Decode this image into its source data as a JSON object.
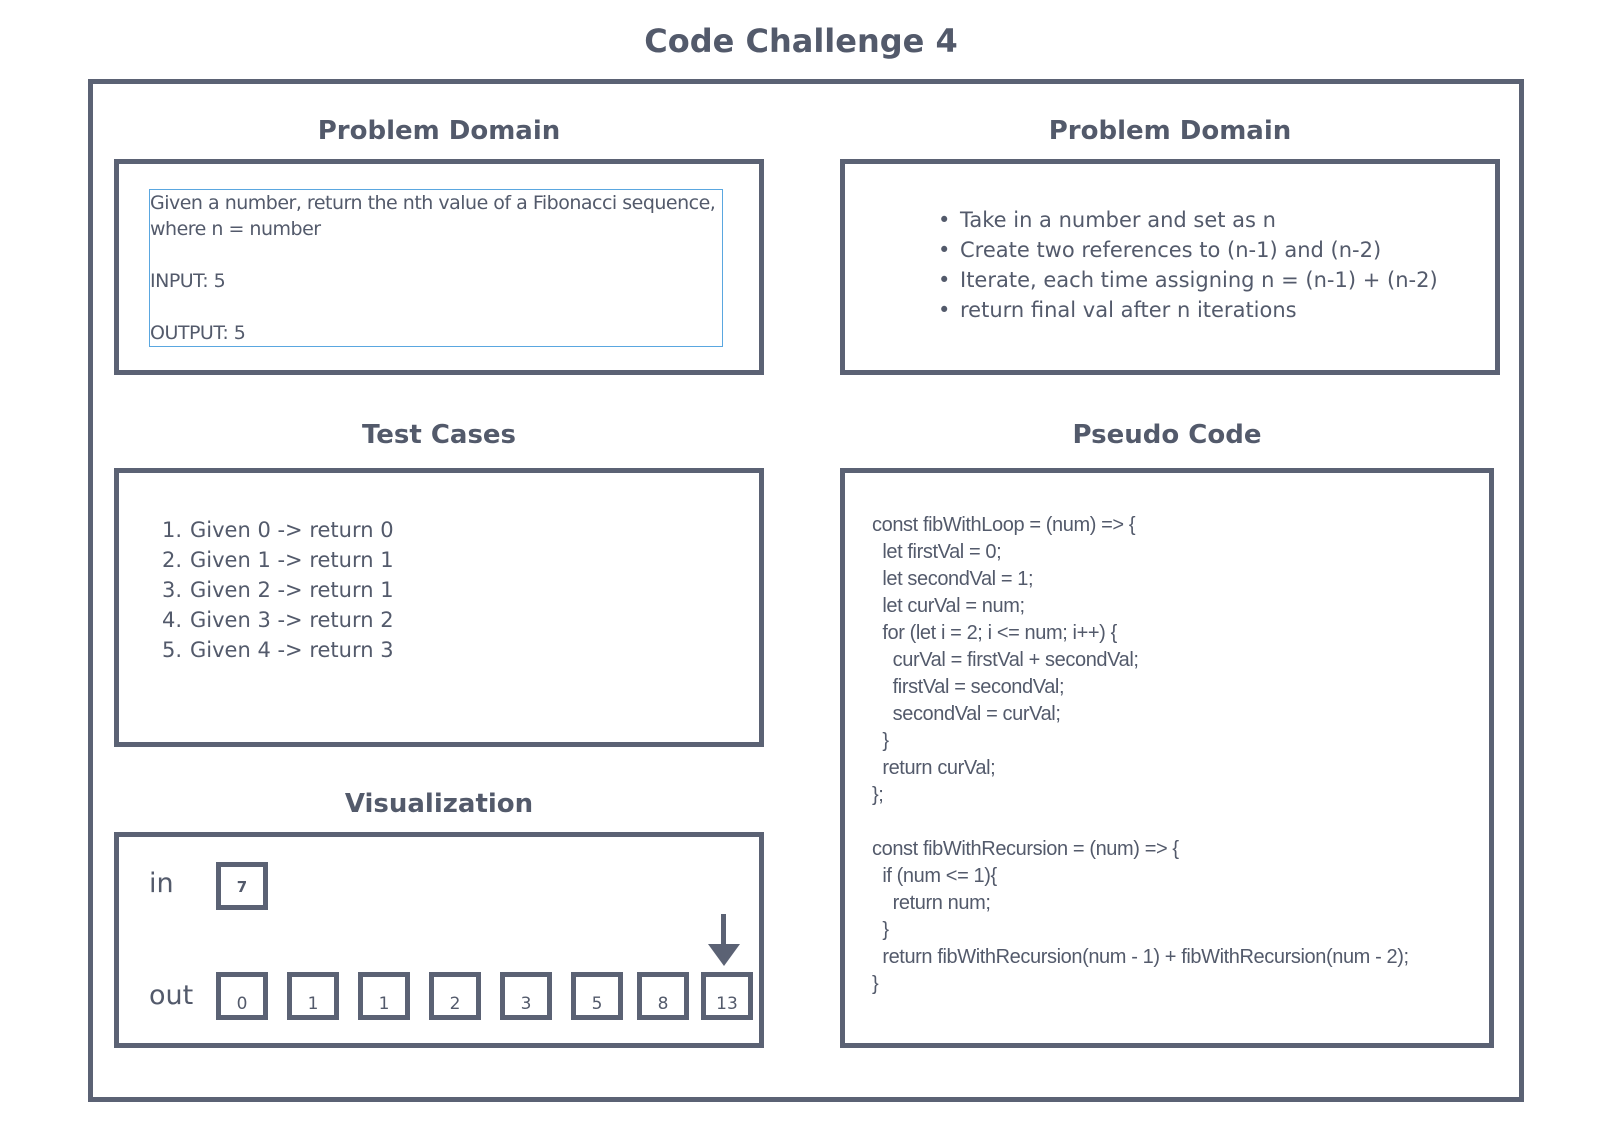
{
  "title": "Code Challenge 4",
  "problem_domain_left": {
    "heading": "Problem Domain",
    "description": "Given a number, return the nth value of a Fibonacci sequence, where n = number",
    "input": "INPUT: 5",
    "output": "OUTPUT: 5"
  },
  "problem_domain_right": {
    "heading": "Problem Domain",
    "bullets": [
      "Take in a number and set as n",
      "Create two references to (n-1) and (n-2)",
      "Iterate, each time assigning n = (n-1) + (n-2)",
      "return final val after n iterations"
    ]
  },
  "test_cases": {
    "heading": "Test Cases",
    "items": [
      {
        "num": "1.",
        "text": "Given 0 -> return 0"
      },
      {
        "num": "2.",
        "text": "Given 1 -> return 1"
      },
      {
        "num": "3.",
        "text": "Given 2 -> return 1"
      },
      {
        "num": "4.",
        "text": "Given 3 -> return 2"
      },
      {
        "num": "5.",
        "text": "Given 4 -> return 3"
      }
    ]
  },
  "visualization": {
    "heading": "Visualization",
    "in_label": "in",
    "out_label": "out",
    "in_value": "7",
    "out_values": [
      "0",
      "1",
      "1",
      "2",
      "3",
      "5",
      "8",
      "13"
    ]
  },
  "pseudo_code": {
    "heading": "Pseudo Code",
    "code": "const fibWithLoop = (num) => {\n  let firstVal = 0;\n  let secondVal = 1;\n  let curVal = num;\n  for (let i = 2; i <= num; i++) {\n    curVal = firstVal + secondVal;\n    firstVal = secondVal;\n    secondVal = curVal;\n  }\n  return curVal;\n};\n\nconst fibWithRecursion = (num) => {\n  if (num <= 1){\n    return num;\n  }\n  return fibWithRecursion(num - 1) + fibWithRecursion(num - 2);\n}"
  },
  "colors": {
    "stroke": "#5b6274",
    "text": "#535a6b",
    "selection": "#5aa7e0"
  }
}
